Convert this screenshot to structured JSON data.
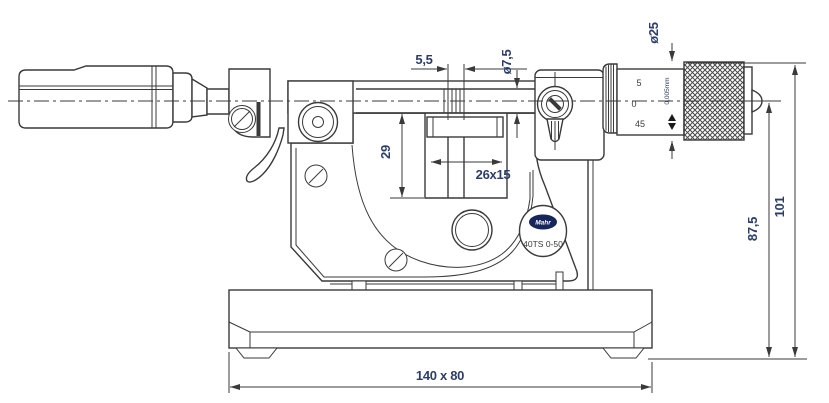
{
  "drawing": {
    "brand": "Mahr",
    "model": "40TS 0-50",
    "scale_numbers": {
      "five": "5",
      "zero": "0",
      "fortyfive": "45"
    },
    "resolution": "0,005mm",
    "dimensions": {
      "anvil_width": "5,5",
      "spindle_diameter": "ø7,5",
      "thimble_diameter": "ø25",
      "table_depth": "29",
      "table_size": "26x15",
      "center_height": "87,5",
      "overall_height": "101",
      "base_size": "140 x 80"
    },
    "colors": {
      "line": "#3a3a3a",
      "dimension_text": "#2c3e68",
      "logo": "#16265a"
    }
  }
}
